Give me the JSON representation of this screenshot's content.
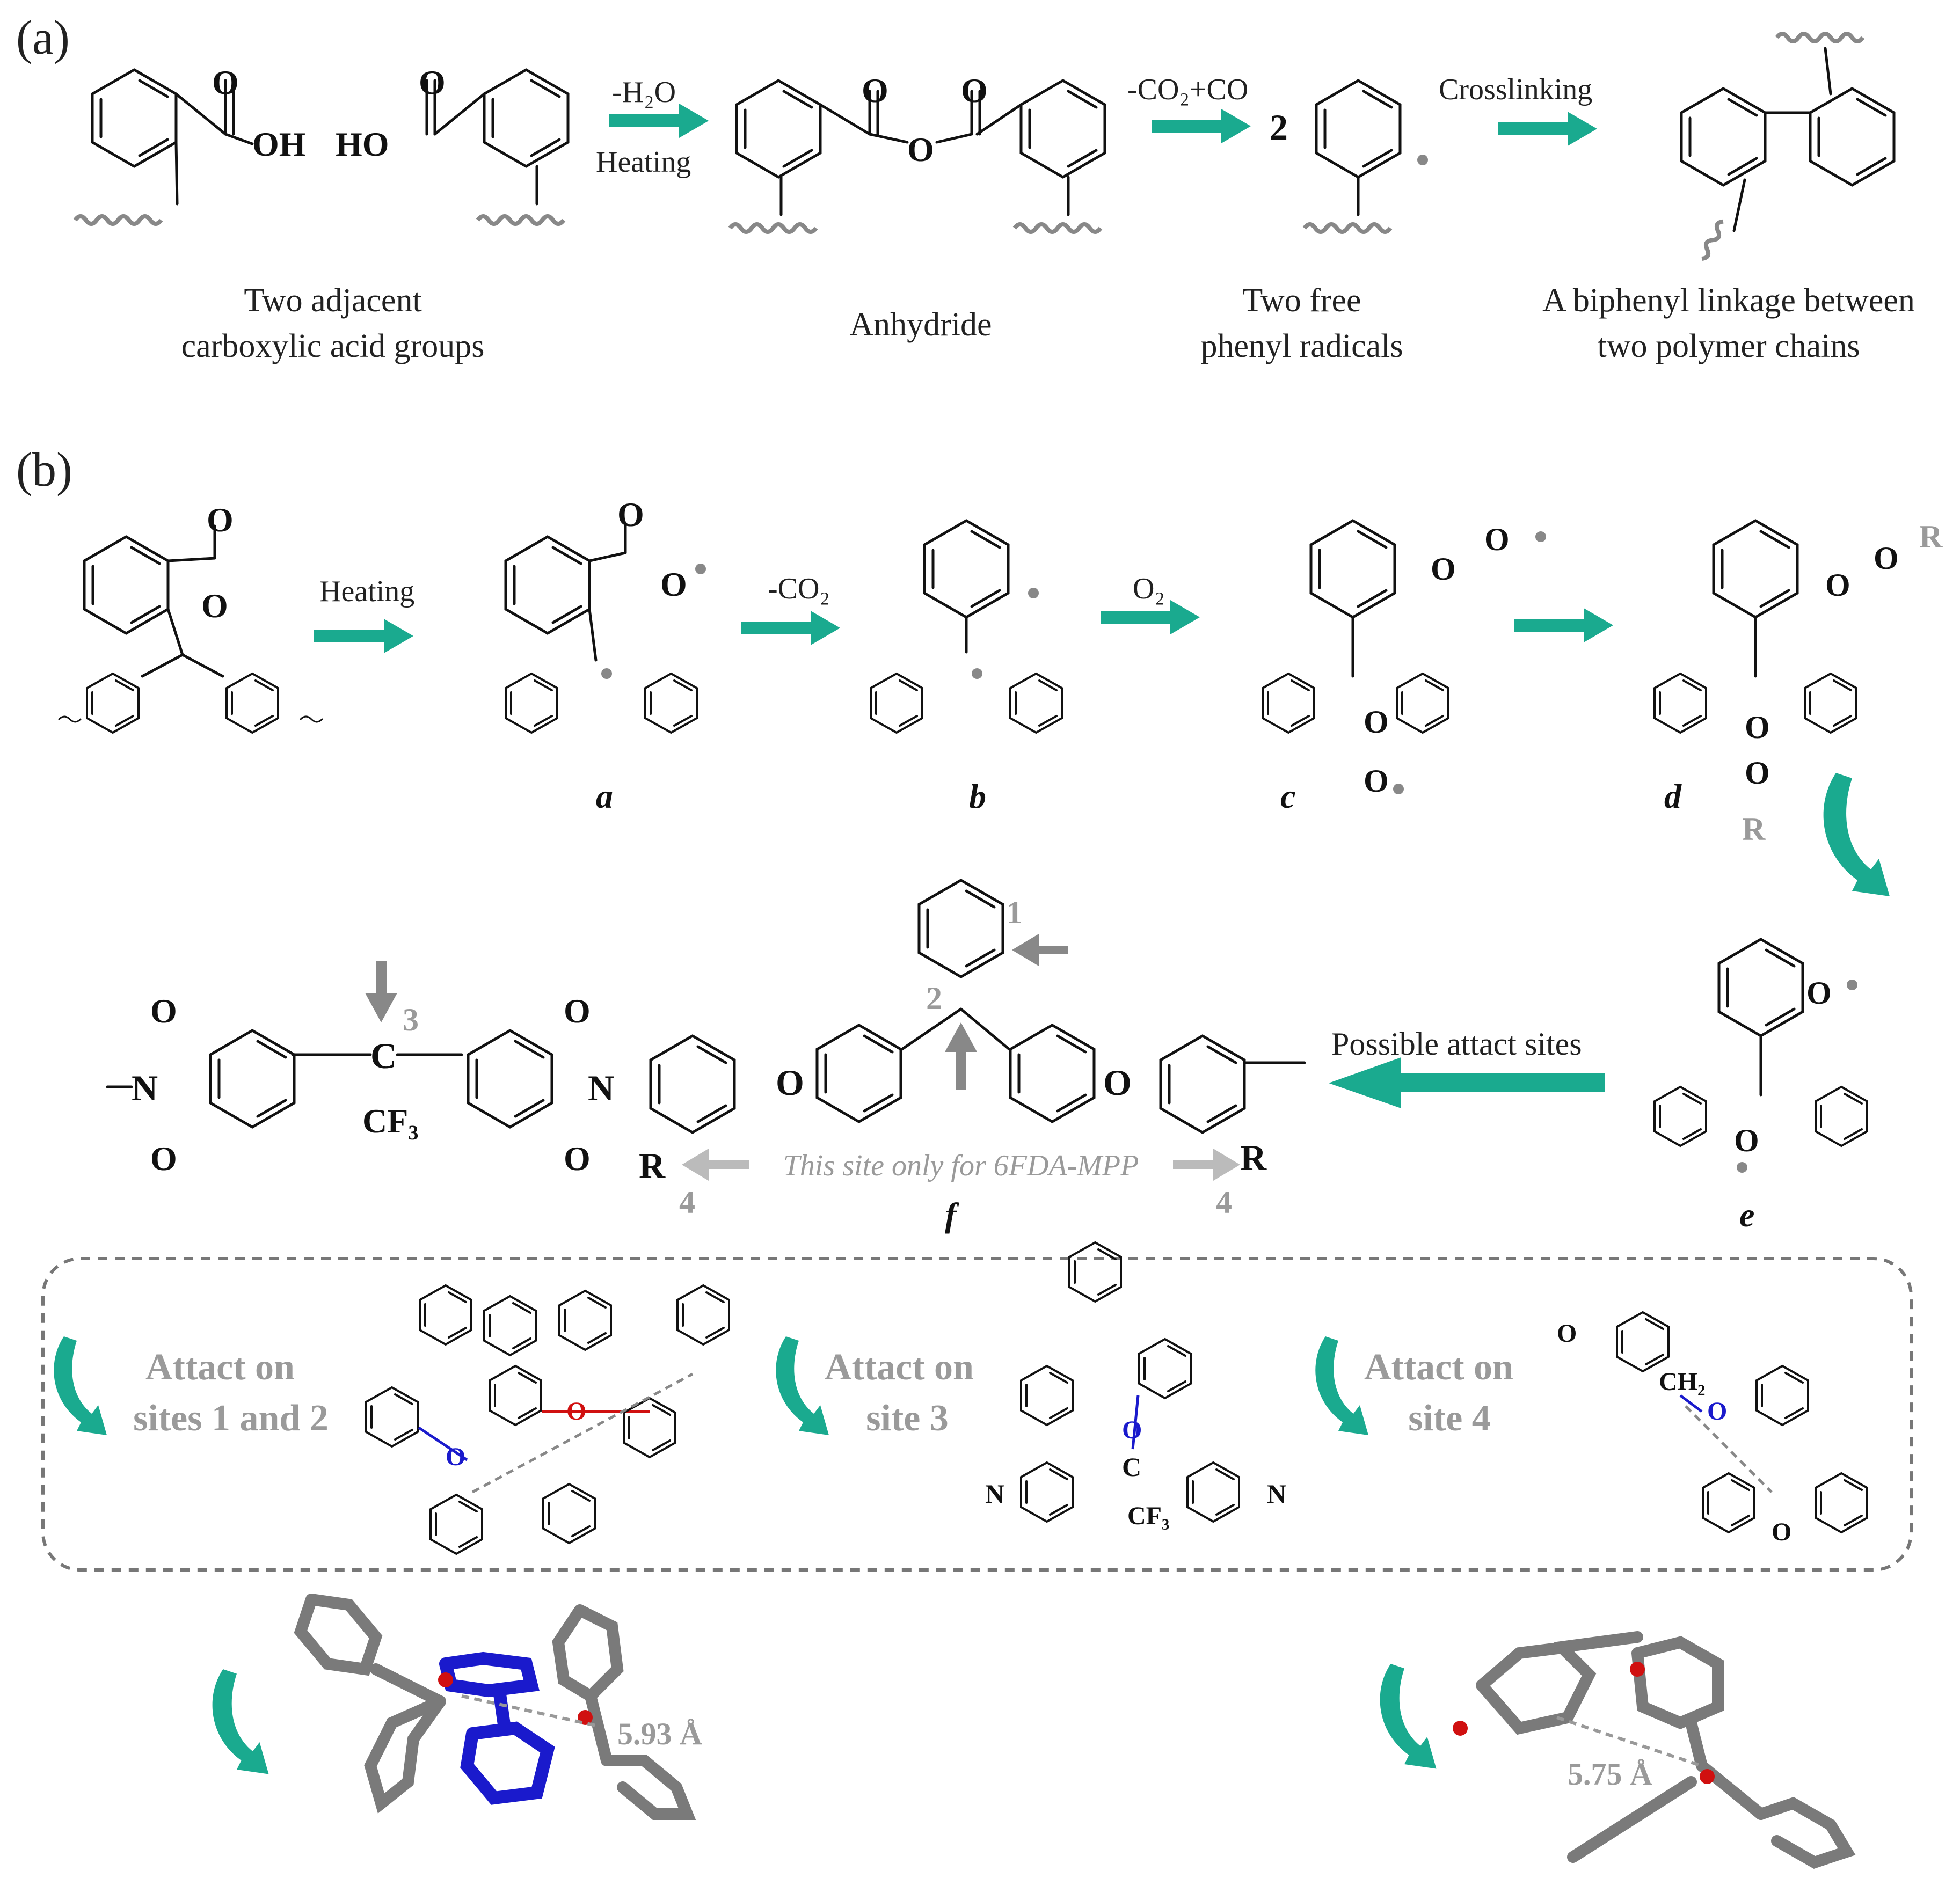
{
  "panel_a": {
    "label": "(a)",
    "arrows": [
      {
        "top": "-H₂O",
        "bottom": "Heating"
      },
      {
        "top": "-CO₂+CO",
        "bottom": ""
      },
      {
        "top": "Crosslinking",
        "bottom": ""
      }
    ],
    "coefficient": "2",
    "captions": [
      [
        "Two adjacent",
        "carboxylic acid groups"
      ],
      [
        "Anhydride"
      ],
      [
        "Two free",
        "phenyl radicals"
      ],
      [
        "A biphenyl linkage between",
        "two polymer chains"
      ]
    ],
    "atoms": {
      "o": "O",
      "oh": "OH",
      "ho": "HO"
    }
  },
  "panel_b": {
    "label": "(b)",
    "arrows": [
      {
        "top": "Heating"
      },
      {
        "top": "-CO₂"
      },
      {
        "top": "O₂"
      },
      {
        "top": ""
      }
    ],
    "compound_labels": [
      "a",
      "b",
      "c",
      "d",
      "e",
      "f"
    ],
    "r_group": "R",
    "possible_sites_label": "Possible attact sites",
    "site_numbers": [
      "1",
      "2",
      "3",
      "4",
      "4"
    ],
    "note": "This site only for 6FDA-MPP",
    "f_atoms": {
      "n": "N",
      "c": "C",
      "cf3": "CF₃",
      "o": "O",
      "r": "R"
    },
    "attack_boxes": [
      {
        "line1": "Attact on",
        "line2": "sites 1 and 2"
      },
      {
        "line1": "Attact on",
        "line2": "site 3"
      },
      {
        "line1": "Attact on",
        "line2": "site 4"
      }
    ],
    "ch2_label": "CH₂",
    "distances": [
      "5.93 Å",
      "5.75 Å"
    ]
  },
  "colors": {
    "arrow": "#1aaa8f",
    "gray": "#9a9a9a",
    "blue": "#1a1acc",
    "red": "#d01010",
    "stick": "#7a7a7a"
  }
}
